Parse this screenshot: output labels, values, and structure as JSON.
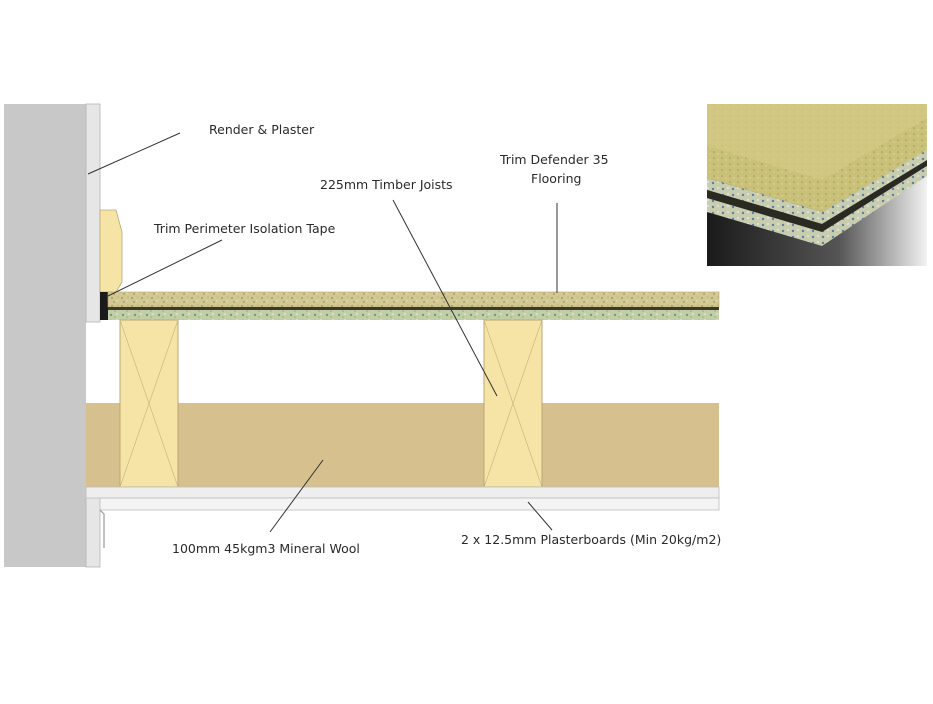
{
  "diagram": {
    "labels": {
      "render_plaster": "Render & Plaster",
      "isolation_tape": "Trim Perimeter Isolation Tape",
      "timber_joists": "225mm Timber Joists",
      "defender_line1": "Trim Defender 35",
      "defender_line2": "Flooring",
      "mineral_wool": "100mm 45kgm3 Mineral Wool",
      "plasterboards": "2 x 12.5mm Plasterboards (Min 20kg/m2)"
    },
    "colors": {
      "wall": "#c8c8c8",
      "plaster": "#e6e6e6",
      "timber": "#f6e4a6",
      "mineral_wool": "#d6c08e",
      "chipboard": "#cfc68a",
      "foam_underlay": "#b9c9a0",
      "plasterboard": "#eeeeee",
      "leader_line": "#333333"
    }
  }
}
